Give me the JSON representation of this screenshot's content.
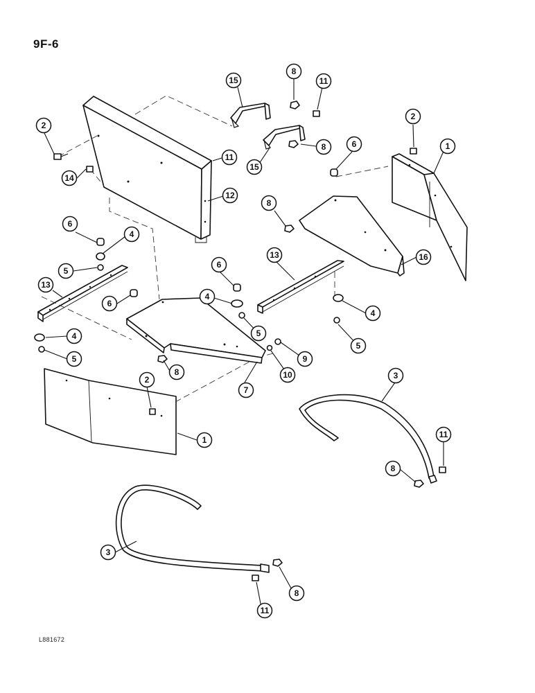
{
  "page_code": "9F-6",
  "drawing_ref": "L881672",
  "callouts": [
    "15",
    "8",
    "11",
    "2",
    "11",
    "14",
    "12",
    "15",
    "8",
    "6",
    "2",
    "1",
    "8",
    "16",
    "6",
    "4",
    "5",
    "13",
    "6",
    "13",
    "4",
    "4",
    "5",
    "6",
    "4",
    "5",
    "5",
    "9",
    "10",
    "7",
    "8",
    "2",
    "1",
    "3",
    "11",
    "8",
    "3",
    "8",
    "11"
  ],
  "colors": {
    "ink": "#111111",
    "paper": "#ffffff"
  }
}
